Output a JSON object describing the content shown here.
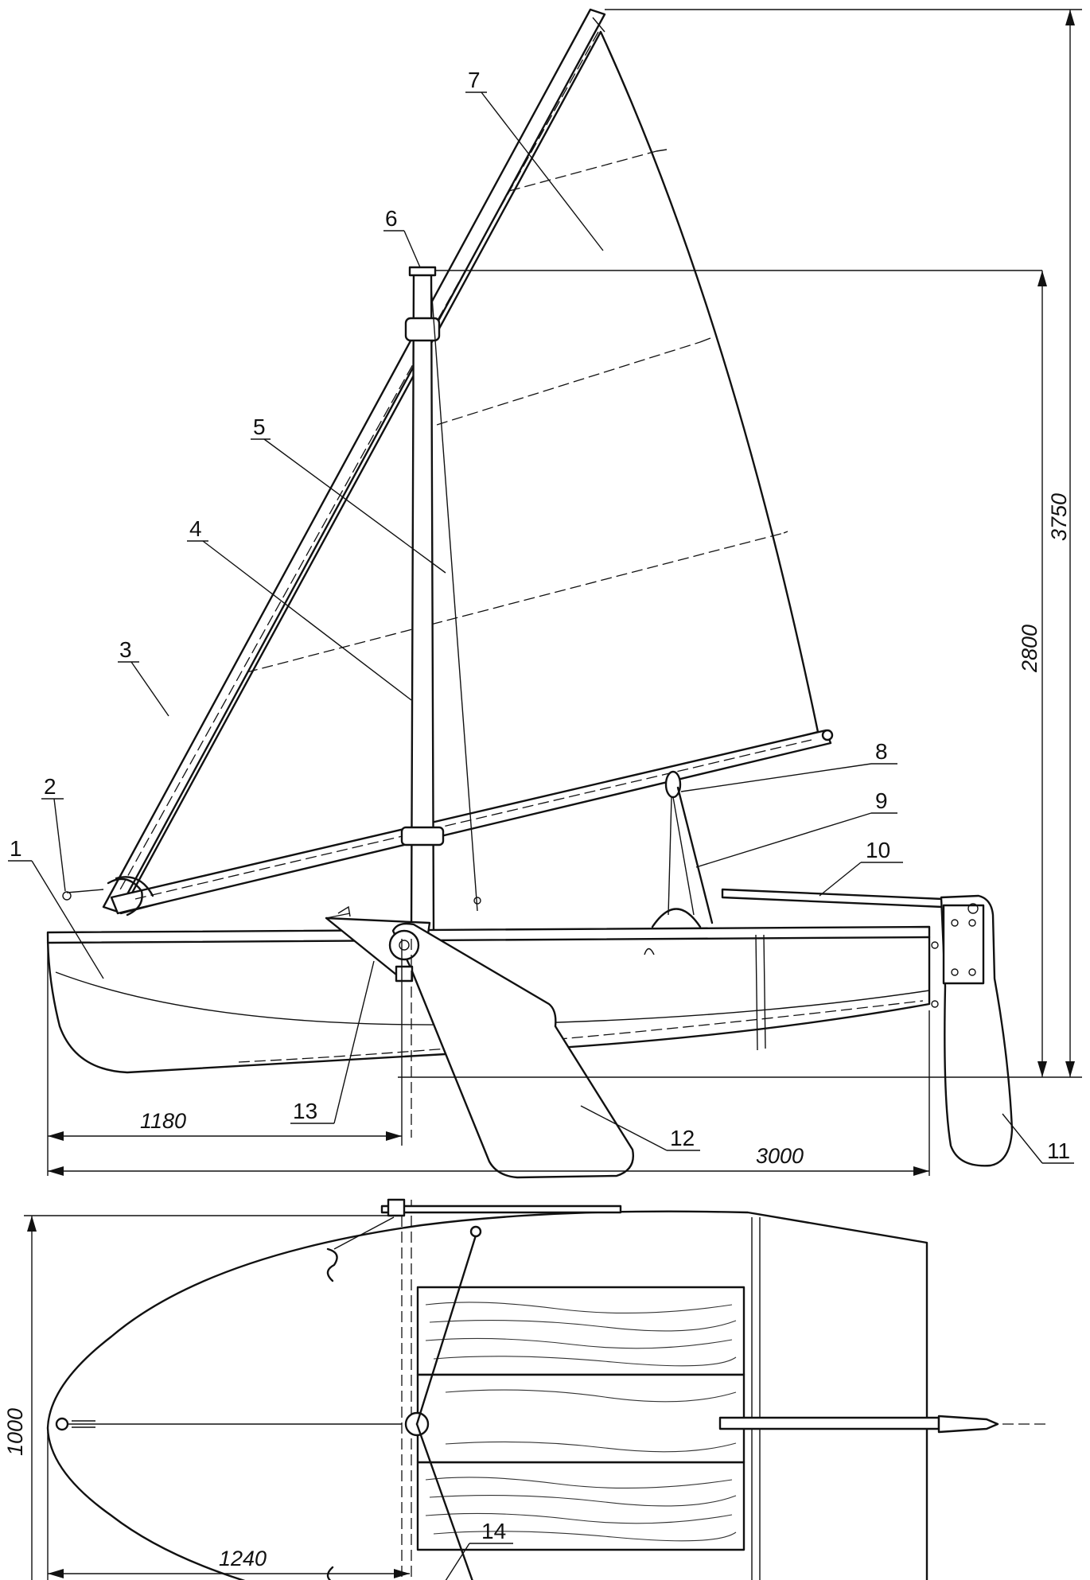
{
  "callouts": [
    {
      "label": "1"
    },
    {
      "label": "2"
    },
    {
      "label": "3"
    },
    {
      "label": "4"
    },
    {
      "label": "5"
    },
    {
      "label": "6"
    },
    {
      "label": "7"
    },
    {
      "label": "8"
    },
    {
      "label": "9"
    },
    {
      "label": "10"
    },
    {
      "label": "11"
    },
    {
      "label": "12"
    },
    {
      "label": "13"
    },
    {
      "label": "14"
    }
  ],
  "dimensions": {
    "mast_height": "2800",
    "total_height": "3750",
    "mast_position": "1180",
    "hull_length": "3000",
    "beam": "1000",
    "plan_mast_position": "1240"
  }
}
